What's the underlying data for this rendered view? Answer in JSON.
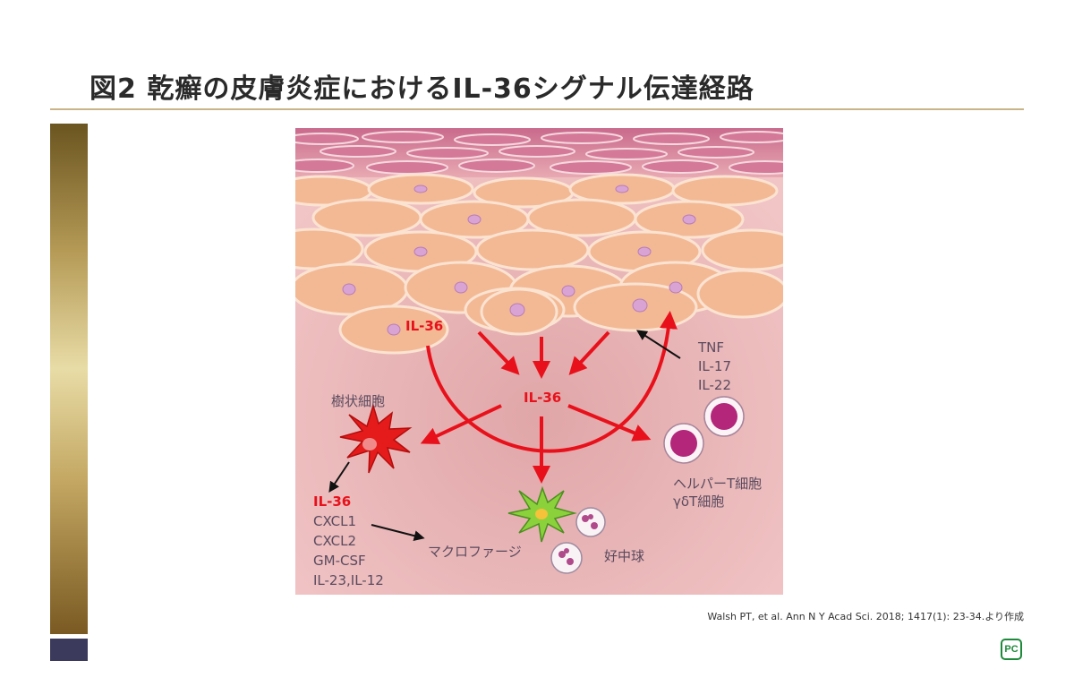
{
  "title": "図2 乾癬の皮膚炎症におけるIL-36シグナル伝達経路",
  "labels": {
    "il36_top": "IL-36",
    "il36_center": "IL-36",
    "il36_dc": "IL-36",
    "tnf": "TNF",
    "il17": "IL-17",
    "il22": "IL-22",
    "dendritic": "樹状細胞",
    "cxcl1": "CXCL1",
    "cxcl2": "CXCL2",
    "gmcsf": "GM-CSF",
    "il23": "IL-23,IL-12",
    "macrophage": "マクロファージ",
    "neutrophil": "好中球",
    "helper": "ヘルパーT細胞",
    "gdt": "γδT細胞"
  },
  "citation": "Walsh PT, et al. Ann N Y Acad Sci. 2018; 1417(1): 23-34.より作成",
  "logo": "PC",
  "colors": {
    "accent_red": "#e8111b",
    "label_gray": "#5a4a5e",
    "title_rule": "#c9b48a",
    "dermis_pink": "#efb9bb",
    "logo_green": "#1d8a3a"
  }
}
